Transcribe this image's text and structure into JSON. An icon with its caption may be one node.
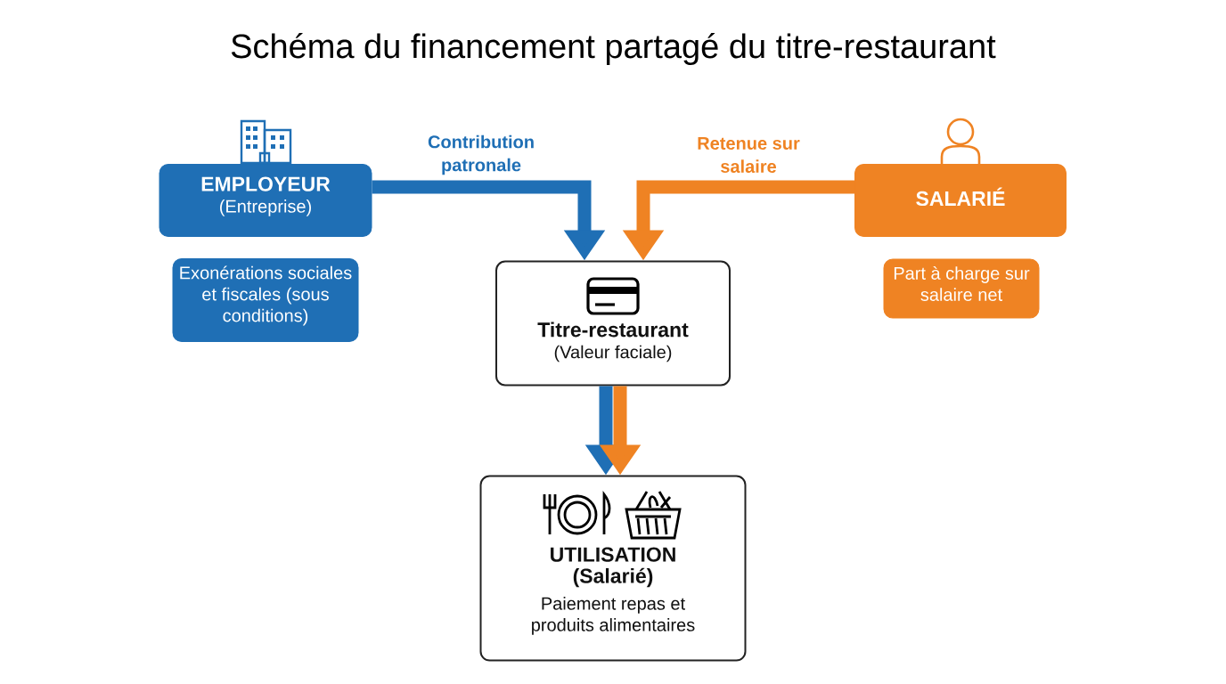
{
  "diagram": {
    "title": "Schéma du financement partagé du titre-restaurant",
    "nodes": [
      {
        "text": [
          "EMPLOYEUR",
          "(Entreprise)"
        ]
      },
      {
        "text": [
          "Exonérations sociales et fiscales (sous conditions)"
        ]
      },
      {
        "text": [
          "SALARIÉ"
        ]
      },
      {
        "text": [
          "Part à charge sur salaire net"
        ]
      },
      {
        "text": [
          "Titre-restaurant",
          "(Valeur faciale)"
        ]
      },
      {
        "text": [
          "UTILISATION",
          "(Salarié)",
          "Paiement repas et produits alimentaires"
        ]
      }
    ],
    "edges": [
      {
        "from": 0,
        "to": 4,
        "arrow": "to",
        "label": "Contribution patronale",
        "color": "#1f6fb5"
      },
      {
        "from": 2,
        "to": 4,
        "arrow": "to",
        "label": "Retenue sur salaire",
        "color": "#ef8323"
      },
      {
        "from": 4,
        "to": 5,
        "arrow": "to",
        "color": "#1f6fb5"
      },
      {
        "from": 4,
        "to": 5,
        "arrow": "to",
        "color": "#ef8323"
      }
    ]
  }
}
